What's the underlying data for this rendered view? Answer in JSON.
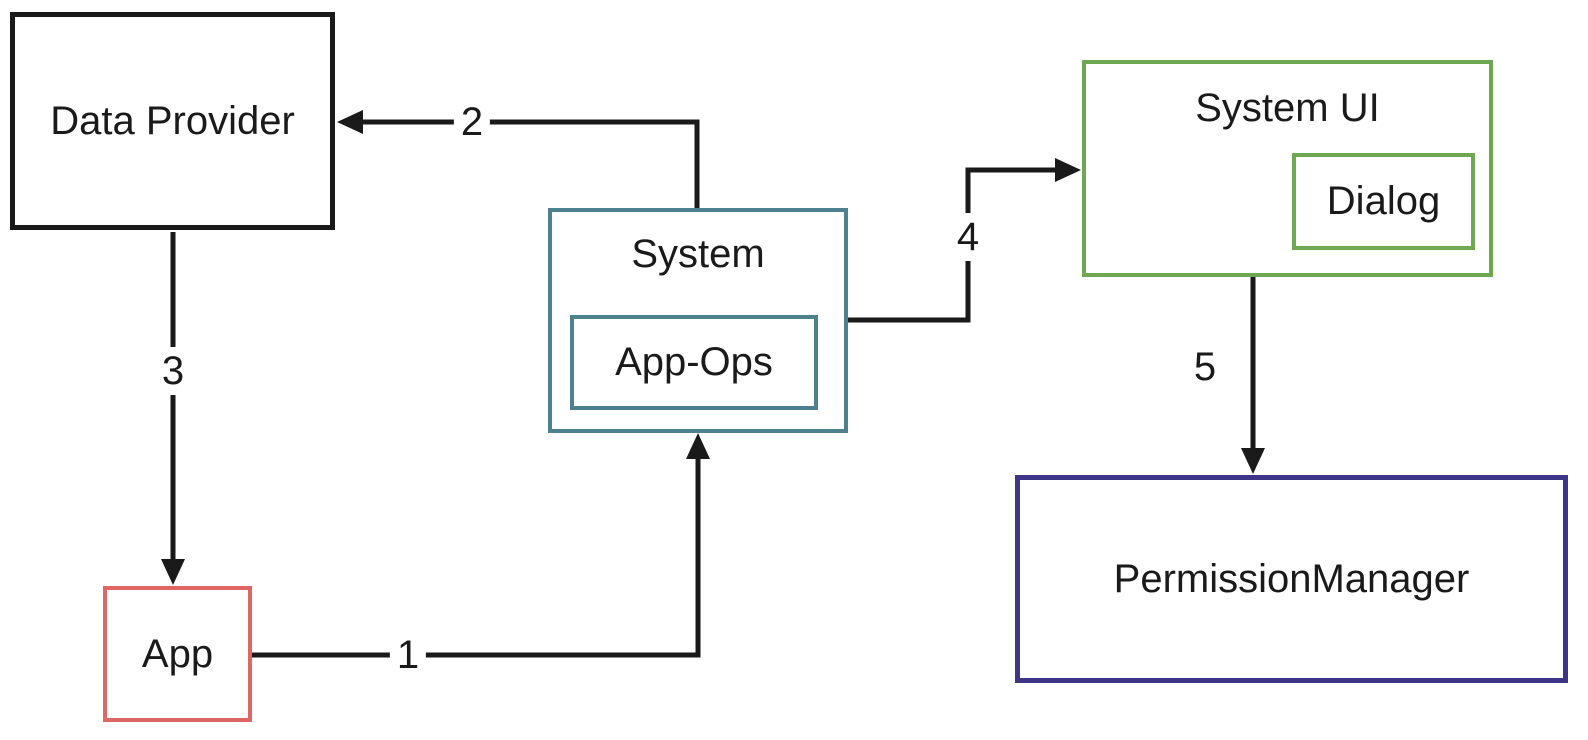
{
  "boxes": {
    "data_provider": {
      "label": "Data Provider",
      "border_color": "#1a1a1a"
    },
    "app": {
      "label": "App",
      "border_color": "#e06666"
    },
    "system": {
      "label": "System",
      "border_color": "#4e818f"
    },
    "app_ops": {
      "label": "App-Ops",
      "border_color": "#4e818f"
    },
    "system_ui": {
      "label": "System UI",
      "border_color": "#6fa853"
    },
    "dialog": {
      "label": "Dialog",
      "border_color": "#6fa853"
    },
    "permission_manager": {
      "label": "PermissionManager",
      "border_color": "#3e3589"
    }
  },
  "arrows": [
    {
      "label": "1",
      "from": "App",
      "to": "System"
    },
    {
      "label": "2",
      "from": "System",
      "to": "Data Provider"
    },
    {
      "label": "3",
      "from": "Data Provider",
      "to": "App"
    },
    {
      "label": "4",
      "from": "System",
      "to": "System UI"
    },
    {
      "label": "5",
      "from": "System UI",
      "to": "PermissionManager"
    }
  ],
  "colors": {
    "arrow": "#1a1a1a",
    "text": "#1a1a1a",
    "background": "#ffffff"
  }
}
